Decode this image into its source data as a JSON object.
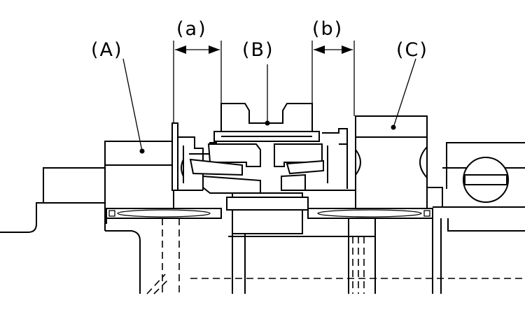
{
  "labels": {
    "a": "(a)",
    "b": "(b)",
    "A": "(A)",
    "B": "(B)",
    "C": "(C)"
  }
}
